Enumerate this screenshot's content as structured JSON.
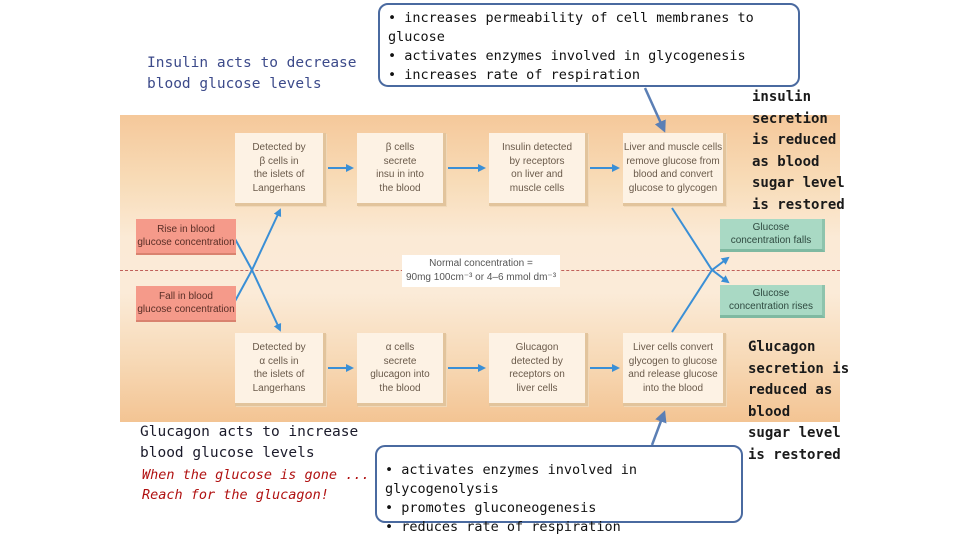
{
  "insulin_title": "Insulin acts to decrease\nblood glucose levels",
  "glucagon_title": "Glucagon acts to increase\nblood glucose levels",
  "glucagon_mnemonic": "When the glucose is gone ...\nReach for the glucagon!",
  "insulin_callout": {
    "items": [
      "increases permeability of cell membranes to glucose",
      "activates enzymes involved in glycogenesis",
      "increases rate of respiration"
    ]
  },
  "glucagon_callout": {
    "items": [
      "activates enzymes involved in glycogenolysis",
      "promotes gluconeogenesis",
      "reduces rate of respiration"
    ]
  },
  "insulin_side_note": "insulin\nsecretion\nis reduced\nas blood\nsugar level\nis restored",
  "glucagon_side_note": "Glucagon\nsecretion is\nreduced as\nblood\nsugar level\nis restored",
  "diagram": {
    "top_row": [
      "Detected by\nβ cells in\nthe islets of\nLangerhans",
      "β cells\nsecrete\ninsu in into\nthe blood",
      "Insulin detected\nby receptors\non liver and\nmuscle cells",
      "Liver and muscle cells\nremove glucose from\nblood and convert\nglucose to glycogen"
    ],
    "bottom_row": [
      "Detected by\nα cells in\nthe islets of\nLangerhans",
      "α cells\nsecrete\nglucagon into\nthe blood",
      "Glucagon\ndetected by\nreceptors on\nliver cells",
      "Liver cells convert\nglycogen to glucose\nand release glucose\ninto the blood"
    ],
    "rise": "Rise in blood\nglucose concentration",
    "fall": "Fall in blood\nglucose concentration",
    "glucose_falls": "Glucose\nconcentration falls",
    "glucose_rises": "Glucose\nconcentration rises",
    "normal": "Normal concentration =\n90mg 100cm⁻³ or 4–6 mmol dm⁻³"
  },
  "colors": {
    "arrow": "#3a8fd6",
    "callout_border": "#4a6aa0",
    "pointer": "#5b7fb5"
  }
}
